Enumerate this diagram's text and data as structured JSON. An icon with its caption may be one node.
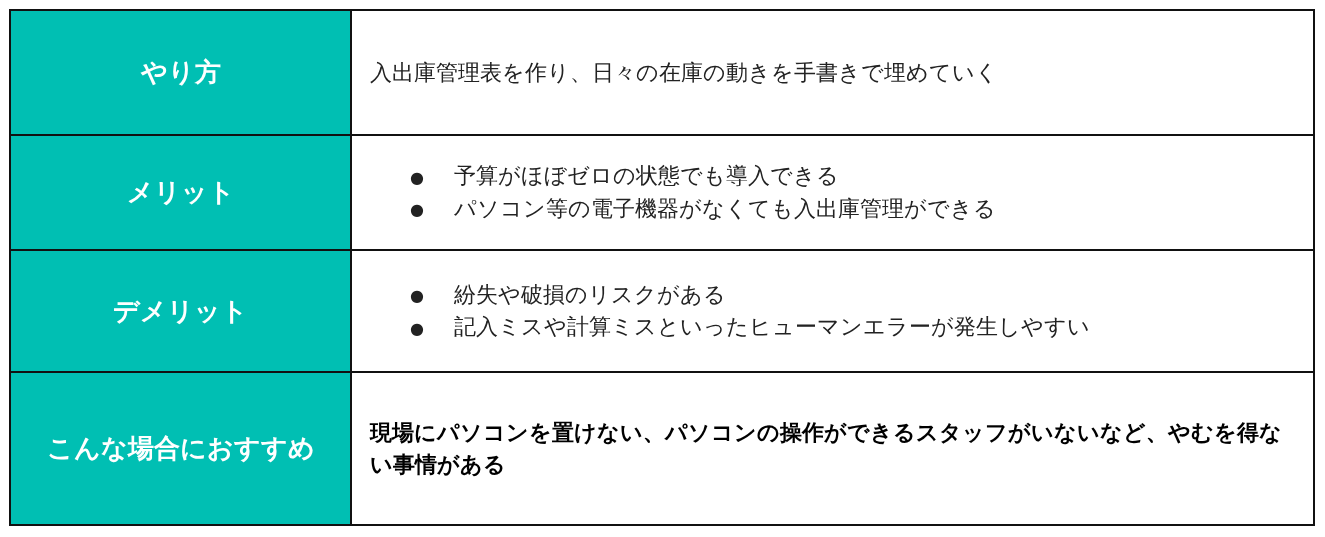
{
  "diagram": {
    "labels": [
      "やり方",
      "入出庫管理表を作り、日々の在庫の動きを手書きで埋めていく",
      "メリット",
      "●",
      "予算がほぼゼロの状態でも導入できる",
      "●",
      "パソコン等の電子機器がなくても入出庫管理ができる",
      "デメリット",
      "●",
      "紛失や破損のリスクがある",
      "●",
      "記入ミスや計算ミスといったヒューマンエラーが発生しやすい",
      "こんな場合におすすめ",
      "現場にパソコンを置けない、パソコンの操作ができるスタッフがいないなど、やむを得ない事情がある"
    ]
  }
}
